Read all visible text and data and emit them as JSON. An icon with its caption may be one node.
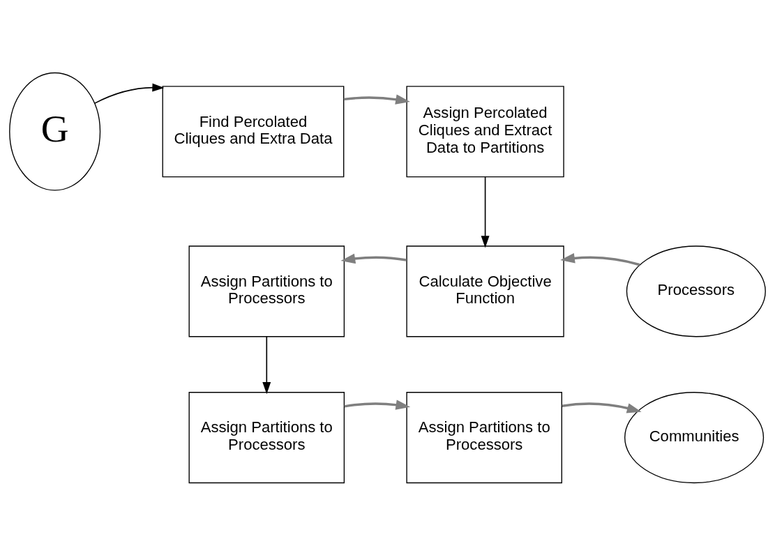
{
  "diagram": {
    "nodes": [
      {
        "text": [
          "G"
        ]
      },
      {
        "text": [
          "Find Percolated Cliques and Extra Data"
        ]
      },
      {
        "text": [
          "Assign Percolated Cliques and Extract Data to Partitions"
        ]
      },
      {
        "text": [
          "Assign Partitions to Processors"
        ]
      },
      {
        "text": [
          "Calculate Objective Function"
        ]
      },
      {
        "text": [
          "Processors"
        ]
      },
      {
        "text": [
          "Assign Partitions to Processors"
        ]
      },
      {
        "text": [
          "Assign Partitions to Processors"
        ]
      },
      {
        "text": [
          "Communities"
        ]
      }
    ],
    "edges": [
      {
        "from": 0,
        "to": 1,
        "arrow": "to",
        "color": "#000000"
      },
      {
        "from": 1,
        "to": 2,
        "arrow": "to"
      },
      {
        "from": 2,
        "to": 4,
        "arrow": "to",
        "color": "#000000"
      },
      {
        "from": 5,
        "to": 4,
        "arrow": "to"
      },
      {
        "from": 4,
        "to": 3,
        "arrow": "to"
      },
      {
        "from": 3,
        "to": 6,
        "arrow": "to",
        "color": "#000000"
      },
      {
        "from": 6,
        "to": 7,
        "arrow": "to"
      },
      {
        "from": 7,
        "to": 8,
        "arrow": "to"
      }
    ]
  }
}
